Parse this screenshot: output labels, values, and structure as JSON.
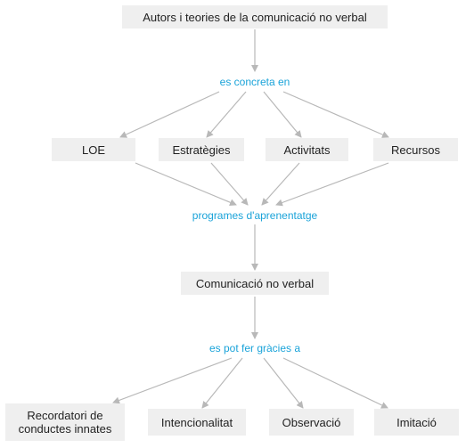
{
  "diagram": {
    "colors": {
      "node_fill": "#efefef",
      "node_text": "#222222",
      "link_text": "#1aa3d9",
      "edge": "#b8b8b8"
    },
    "root": "Autors i teories de la comunicació no verbal",
    "link_1": "es concreta en",
    "level_1": [
      "LOE",
      "Estratègies",
      "Activitats",
      "Recursos"
    ],
    "link_2": "programes d'aprenentatge",
    "middle": "Comunicació no verbal",
    "link_3": "es pot fer gràcies a",
    "level_2": [
      "Recordatori de conductes innates",
      "Intencionalitat",
      "Observació",
      "Imitació"
    ]
  }
}
